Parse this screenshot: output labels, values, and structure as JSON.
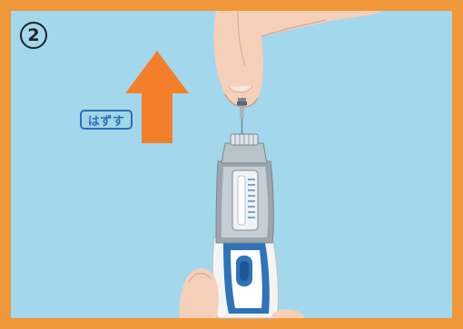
{
  "step": {
    "number": "2"
  },
  "instruction": {
    "label": "はずす"
  },
  "colors": {
    "frame": "#f0973a",
    "background": "#a3d7ec",
    "arrow": "#f47f2a",
    "label_text": "#2f6fb0",
    "pen_body": "#f4f4f4",
    "pen_accent": "#2f73b9",
    "skin": "#f6cfb8"
  },
  "icons": [
    "arrow-up-icon",
    "insulin-pen",
    "pen-needle",
    "hand-top",
    "hand-bottom"
  ]
}
